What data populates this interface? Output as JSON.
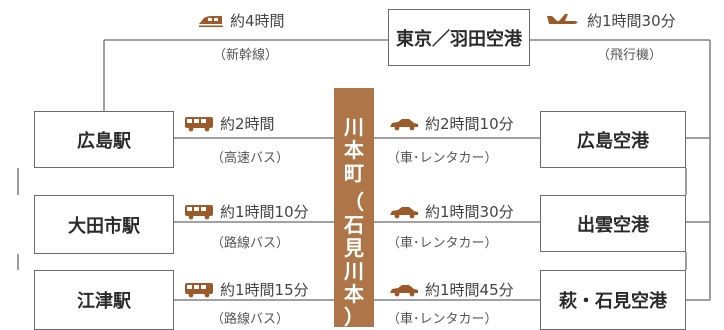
{
  "colors": {
    "line": "#6b6b6b",
    "center_band": "#ae7648",
    "icon_color": "#9b5a2a"
  },
  "nodes": {
    "tokyo": "東京／羽田空港",
    "hiroshima_st": "広島駅",
    "oda_st": "大田市駅",
    "gotsu_st": "江津駅",
    "hiroshima_ap": "広島空港",
    "izumo_ap": "出雲空港",
    "hagi_ap": "萩・石見空港"
  },
  "center": {
    "name_chars": [
      "川",
      "本",
      "町",
      "（",
      "石",
      "見",
      "川",
      "本",
      "）"
    ]
  },
  "routes": {
    "shinkansen": {
      "icon": "shinkansen-icon",
      "time": "約4時間",
      "mode": "（新幹線）"
    },
    "flight": {
      "icon": "airplane-icon",
      "time": "約1時間30分",
      "mode": "（飛行機）"
    },
    "hiroshima_bus": {
      "icon": "bus-icon",
      "time": "約2時間",
      "mode": "（高速バス）"
    },
    "oda_bus": {
      "icon": "bus-icon",
      "time": "約1時間10分",
      "mode": "（路線バス）"
    },
    "gotsu_bus": {
      "icon": "bus-icon",
      "time": "約1時間15分",
      "mode": "（路線バス）"
    },
    "hiroshima_car": {
      "icon": "car-icon",
      "time": "約2時間10分",
      "mode": "（車･レンタカー）"
    },
    "izumo_car": {
      "icon": "car-icon",
      "time": "約1時間30分",
      "mode": "（車･レンタカー）"
    },
    "hagi_car": {
      "icon": "car-icon",
      "time": "約1時間45分",
      "mode": "（車･レンタカー）"
    }
  }
}
